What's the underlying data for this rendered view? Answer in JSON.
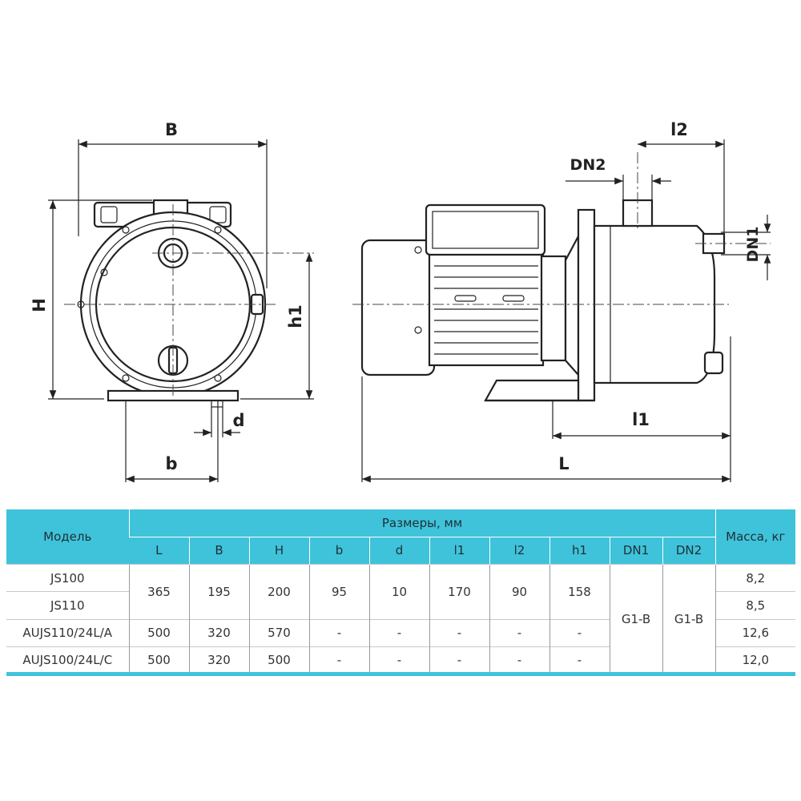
{
  "dimension_labels": {
    "B": "B",
    "H": "H",
    "h1": "h1",
    "d": "d",
    "b": "b",
    "DN2": "DN2",
    "l2": "l2",
    "DN1": "DN1",
    "l1": "l1",
    "L": "L"
  },
  "table": {
    "model_header": "Модель",
    "dimensions_header": "Размеры, мм",
    "mass_header": "Масса, кг",
    "columns": [
      "L",
      "B",
      "H",
      "b",
      "d",
      "l1",
      "l2",
      "h1",
      "DN1",
      "DN2"
    ],
    "rows": [
      {
        "model": "JS100",
        "mass": "8,2"
      },
      {
        "model": "JS110",
        "mass": "8,5"
      },
      {
        "model": "AUJS110/24L/A",
        "mass": "12,6"
      },
      {
        "model": "AUJS100/24L/C",
        "mass": "12,0"
      }
    ],
    "js_values": [
      "365",
      "195",
      "200",
      "95",
      "10",
      "170",
      "90",
      "158"
    ],
    "row3_values": [
      "500",
      "320",
      "570",
      "-",
      "-",
      "-",
      "-",
      "-"
    ],
    "row4_values": [
      "500",
      "320",
      "500",
      "-",
      "-",
      "-",
      "-",
      "-"
    ],
    "dn1": "G1-B",
    "dn2": "G1-B"
  },
  "colors": {
    "header_bg": "#3fc3da",
    "line": "#222222"
  }
}
